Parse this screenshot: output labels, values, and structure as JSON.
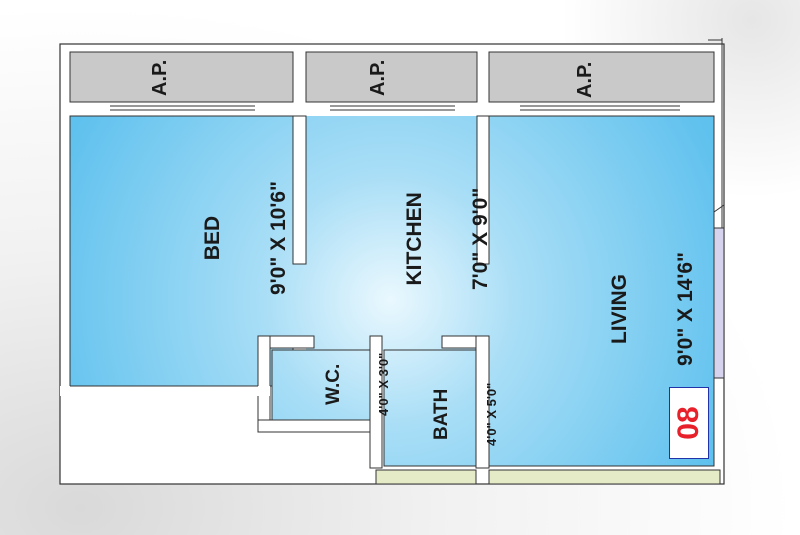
{
  "rooms": {
    "bed": {
      "name": "BED",
      "size": "9'0\" X 10'6\""
    },
    "kitchen": {
      "name": "KITCHEN",
      "size": "7'0\" X 9'0\""
    },
    "living": {
      "name": "LIVING",
      "size": "9'0\" X 14'6\""
    },
    "wc": {
      "name": "W.C.",
      "size": "4'0\" X 3'0\""
    },
    "bath": {
      "name": "BATH",
      "size": "4'0\" X 5'0\""
    }
  },
  "ap_label": "A.P.",
  "unit_number": "08",
  "colors": {
    "room_fill": "#6ec7f0",
    "room_center": "#e9f7fd",
    "ap_fill": "#c9c9c9",
    "wall": "#ffffff",
    "wall_outline": "#333333",
    "unit_number": "#e8202a"
  }
}
